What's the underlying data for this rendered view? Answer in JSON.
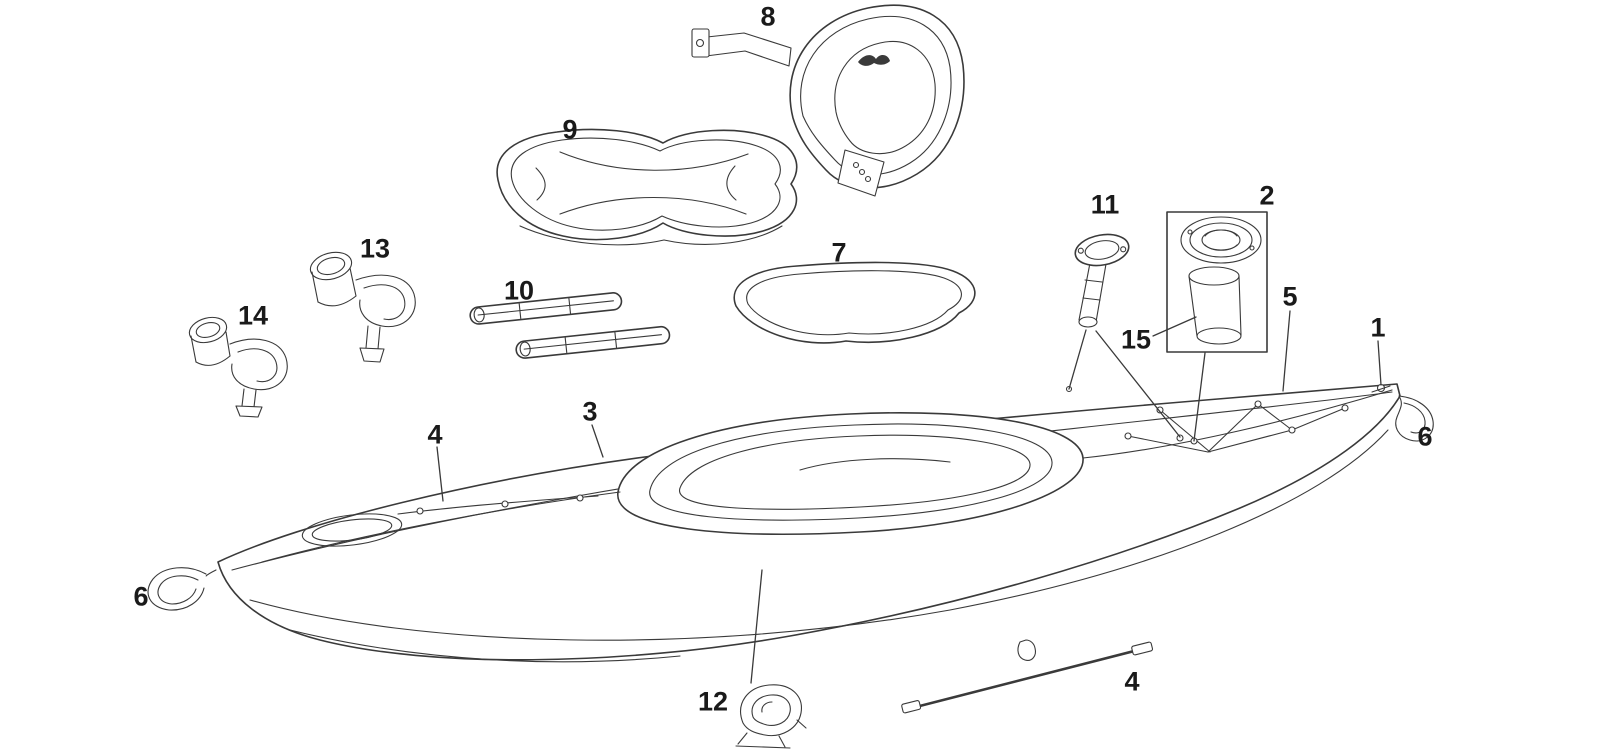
{
  "diagram": {
    "labels": [
      {
        "number": "8"
      },
      {
        "number": "9"
      },
      {
        "number": "13"
      },
      {
        "number": "14"
      },
      {
        "number": "10"
      },
      {
        "number": "7"
      },
      {
        "number": "11"
      },
      {
        "number": "2"
      },
      {
        "number": "15"
      },
      {
        "number": "5"
      },
      {
        "number": "1"
      },
      {
        "number": "6"
      },
      {
        "number": "6"
      },
      {
        "number": "3"
      },
      {
        "number": "4"
      },
      {
        "number": "4"
      },
      {
        "number": "12"
      }
    ],
    "colors": {
      "line": "#3a3a3a",
      "label_text": "#1a1a1a",
      "background": "#ffffff"
    }
  }
}
